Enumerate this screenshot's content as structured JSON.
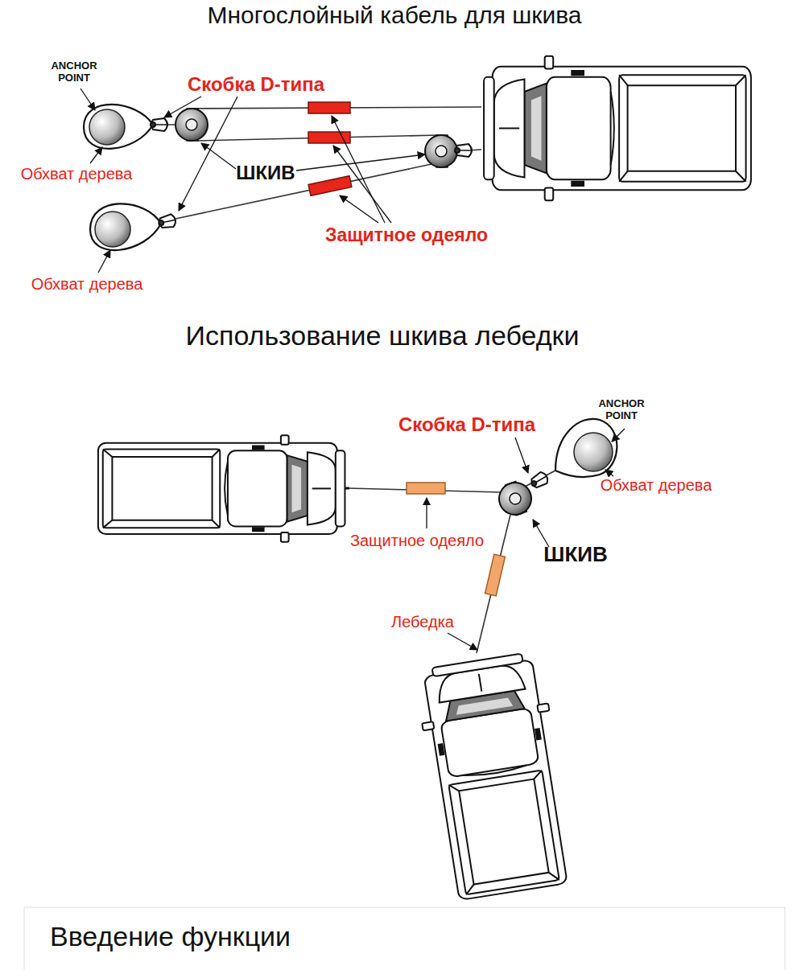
{
  "diagram": {
    "title": "Многослойный кабель для шкива",
    "labels": [
      "ANCHOR POINT",
      "Скобка D-типа",
      "Обхват дерева",
      "ШКИВ",
      "Обхват дерева",
      "Защитное одеяло",
      "Использование шкива лебедки",
      "Скобка D-типа",
      "ANCHOR POINT",
      "Обхват дерева",
      "Защитное одеяло",
      "ШКИВ",
      "Лебедка",
      "Введение функции"
    ]
  }
}
